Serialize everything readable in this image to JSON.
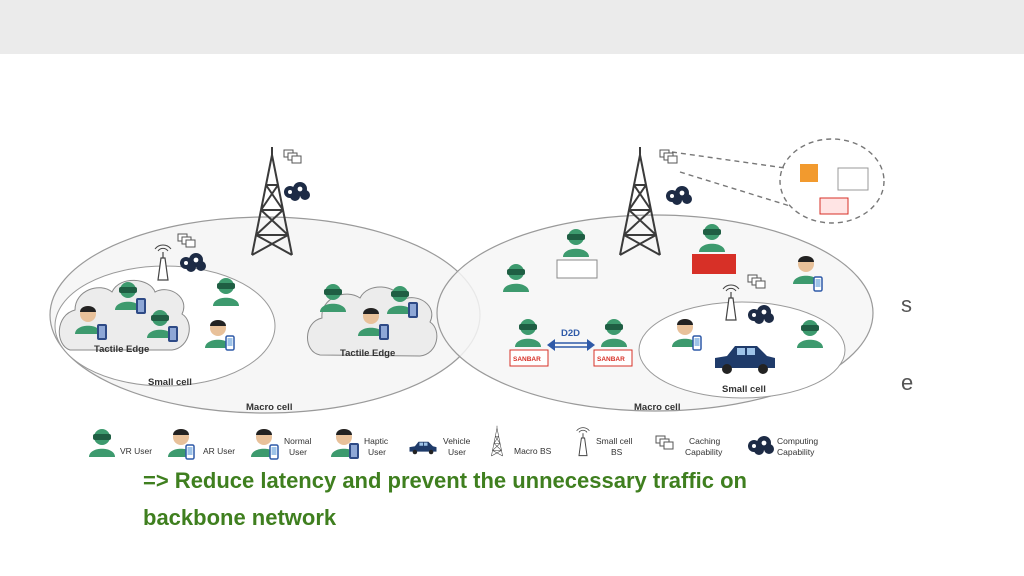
{
  "cells": {
    "tactile_edge": "Tactile Edge",
    "small_cell": "Small cell",
    "macro_cell": "Macro cell",
    "d2d": "D2D",
    "sanbar": "SANBAR"
  },
  "legend": {
    "vr_user": "VR User",
    "ar_user": "AR User",
    "normal_user_1": "Normal",
    "normal_user_2": "User",
    "haptic_user_1": "Haptic",
    "haptic_user_2": "User",
    "vehicle_user_1": "Vehicle",
    "vehicle_user_2": "User",
    "macro_bs": "Macro BS",
    "small_cell_bs_1": "Small cell",
    "small_cell_bs_2": "BS",
    "caching_1": "Caching",
    "caching_2": "Capability",
    "computing_1": "Computing",
    "computing_2": "Capability"
  },
  "caption": {
    "line1": "=> Reduce latency and prevent the unnecessary traffic on",
    "line2": "backbone network"
  },
  "fragments": {
    "f1": "s",
    "f2": "e"
  },
  "colors": {
    "green_text": "#3f7f1f",
    "user_green": "#3d9a6e",
    "tower": "#3b3b3b",
    "edge_blue": "#2f5aa8",
    "red_box": "#d73027"
  }
}
